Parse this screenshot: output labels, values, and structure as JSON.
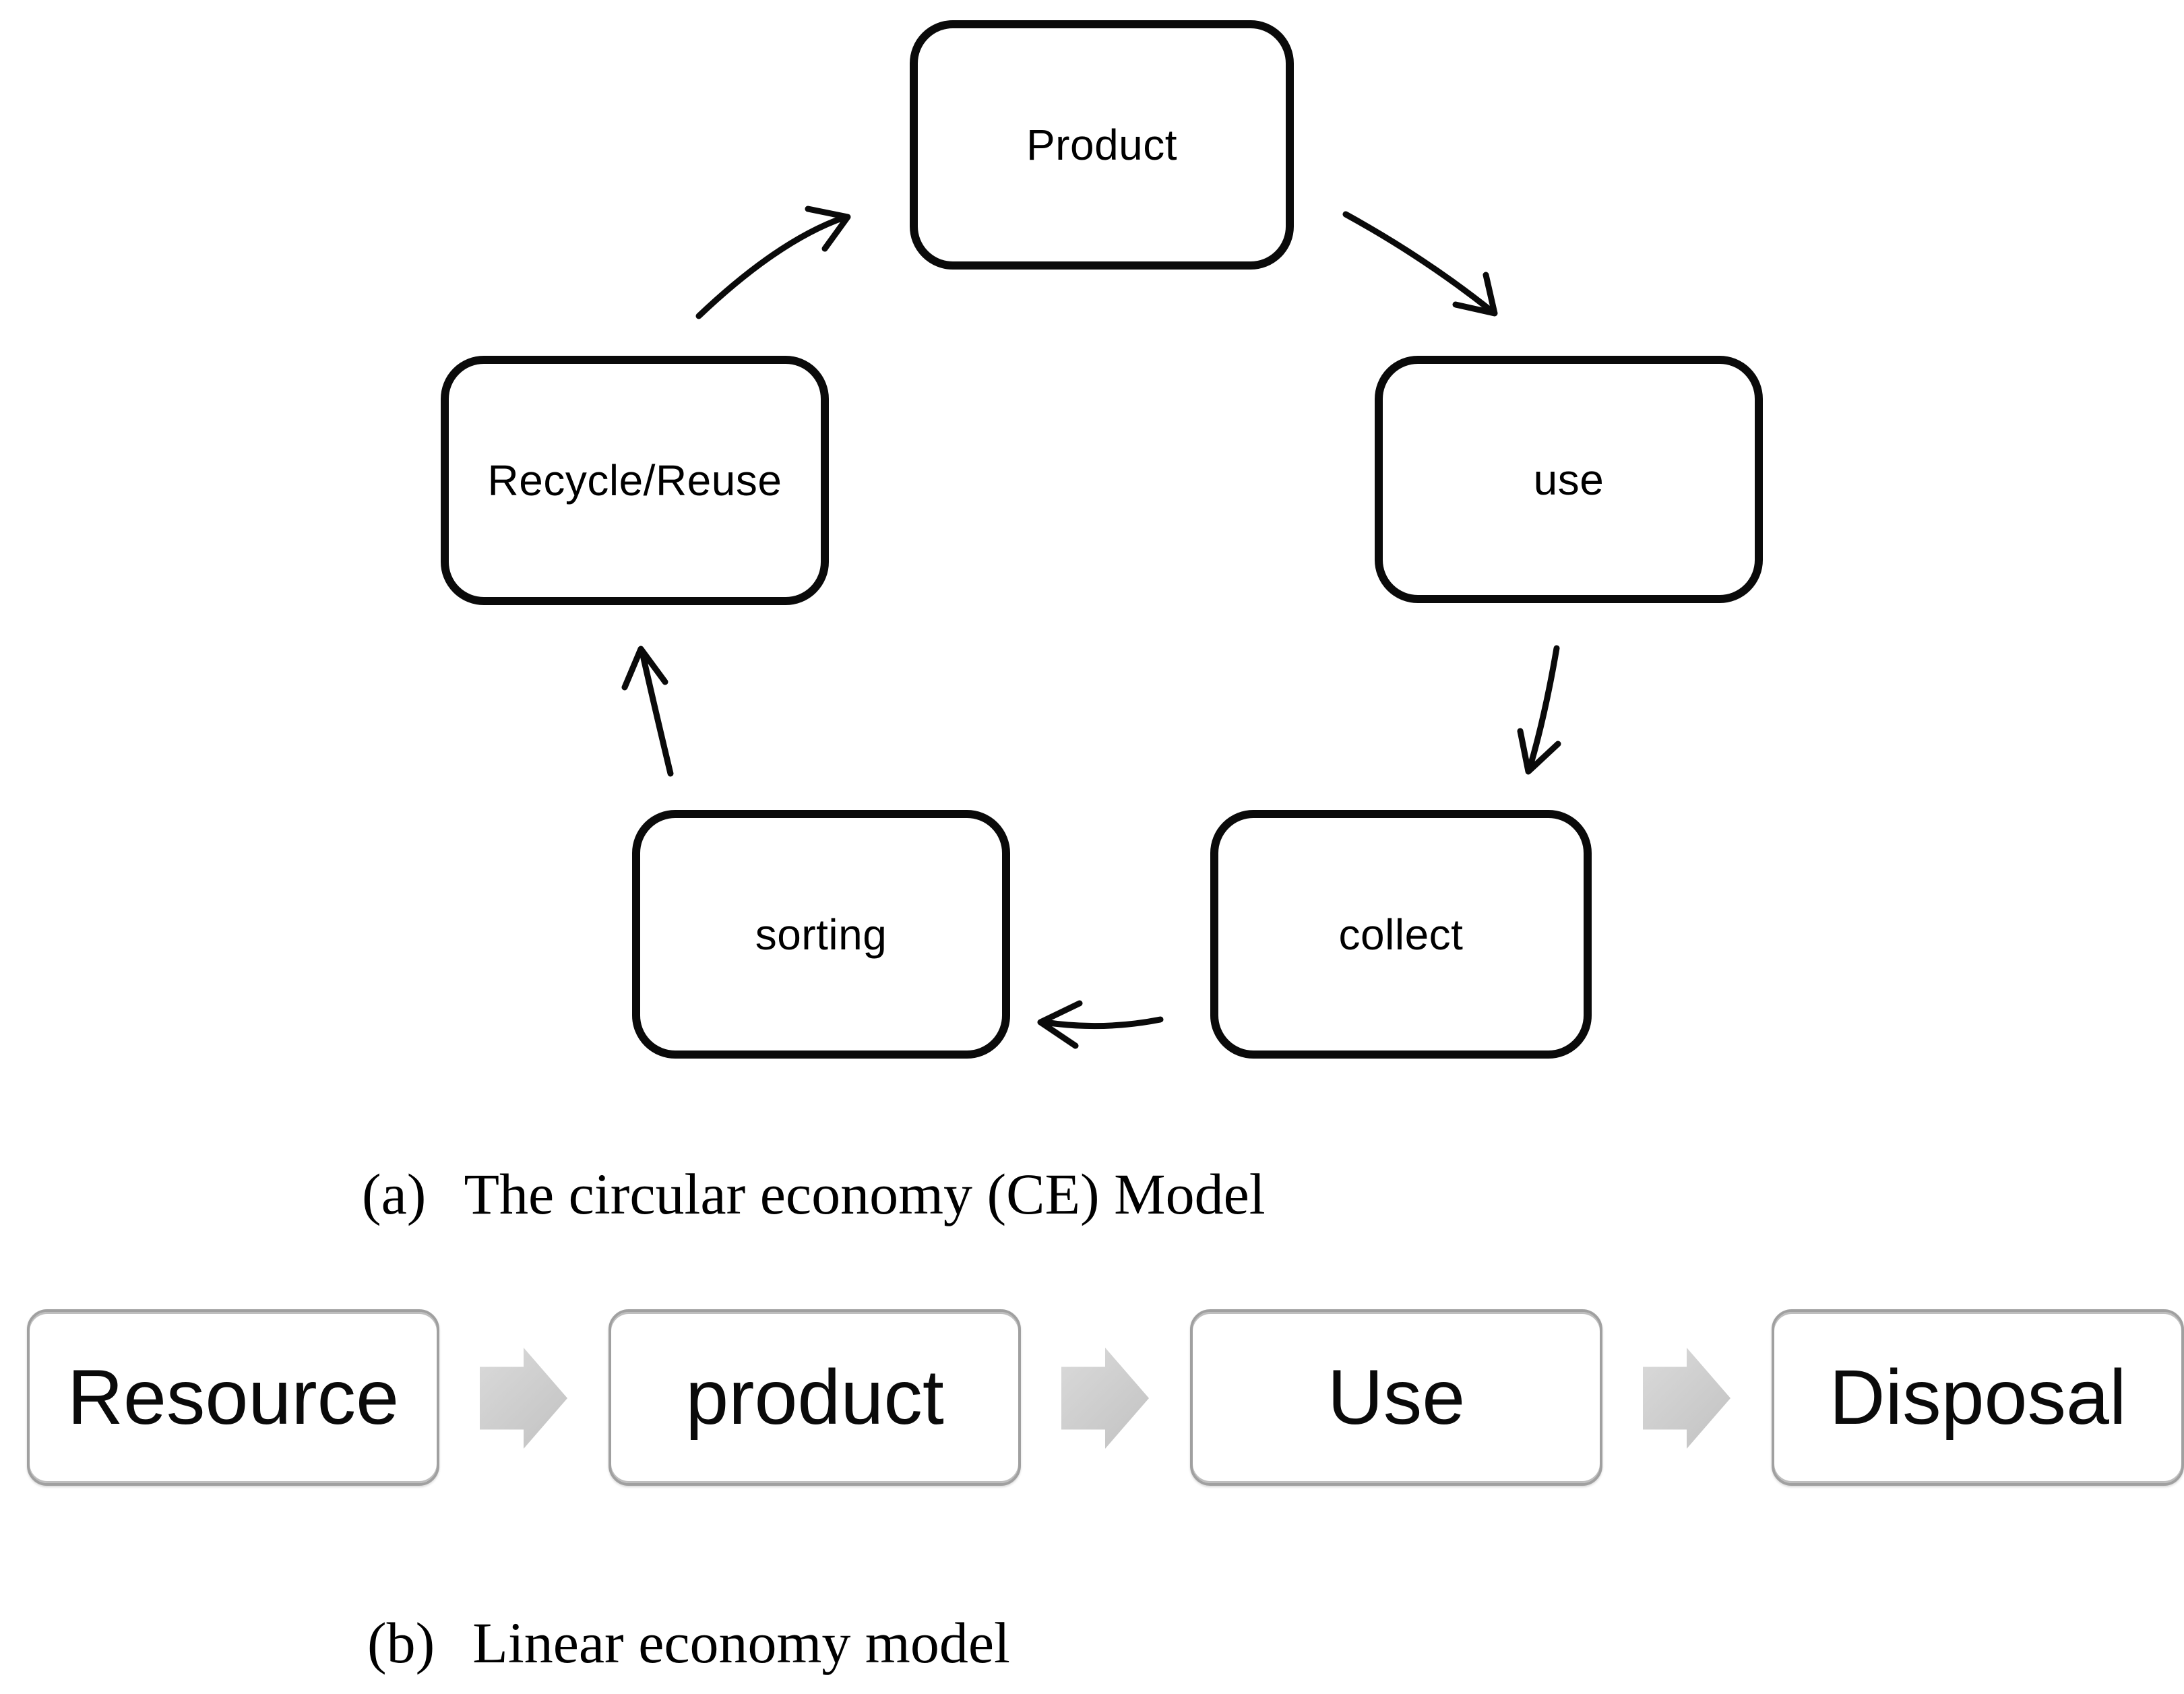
{
  "panel_a": {
    "caption_label": "(a)",
    "caption_text": "The circular economy (CE) Model",
    "nodes": {
      "product": {
        "label": "Product"
      },
      "use": {
        "label": "use"
      },
      "collect": {
        "label": "collect"
      },
      "sorting": {
        "label": "sorting"
      },
      "recycle": {
        "label": "Recycle/Reuse"
      }
    },
    "flow_sequence": [
      "Product",
      "use",
      "collect",
      "sorting",
      "Recycle/Reuse",
      "Product"
    ],
    "stroke_color": "#0a0a0a"
  },
  "panel_b": {
    "caption_label": "(b)",
    "caption_text": "Linear economy model",
    "steps": [
      "Resource",
      "product",
      "Use",
      "Disposal"
    ],
    "box_border_color": "#a0a0a0",
    "arrow_fill_color": "#c9c9c9"
  },
  "colors": {
    "background": "#ffffff",
    "diagram_stroke": "#0a0a0a",
    "gray_box_border": "#a0a0a0",
    "gray_arrow": "#c9c9c9"
  }
}
